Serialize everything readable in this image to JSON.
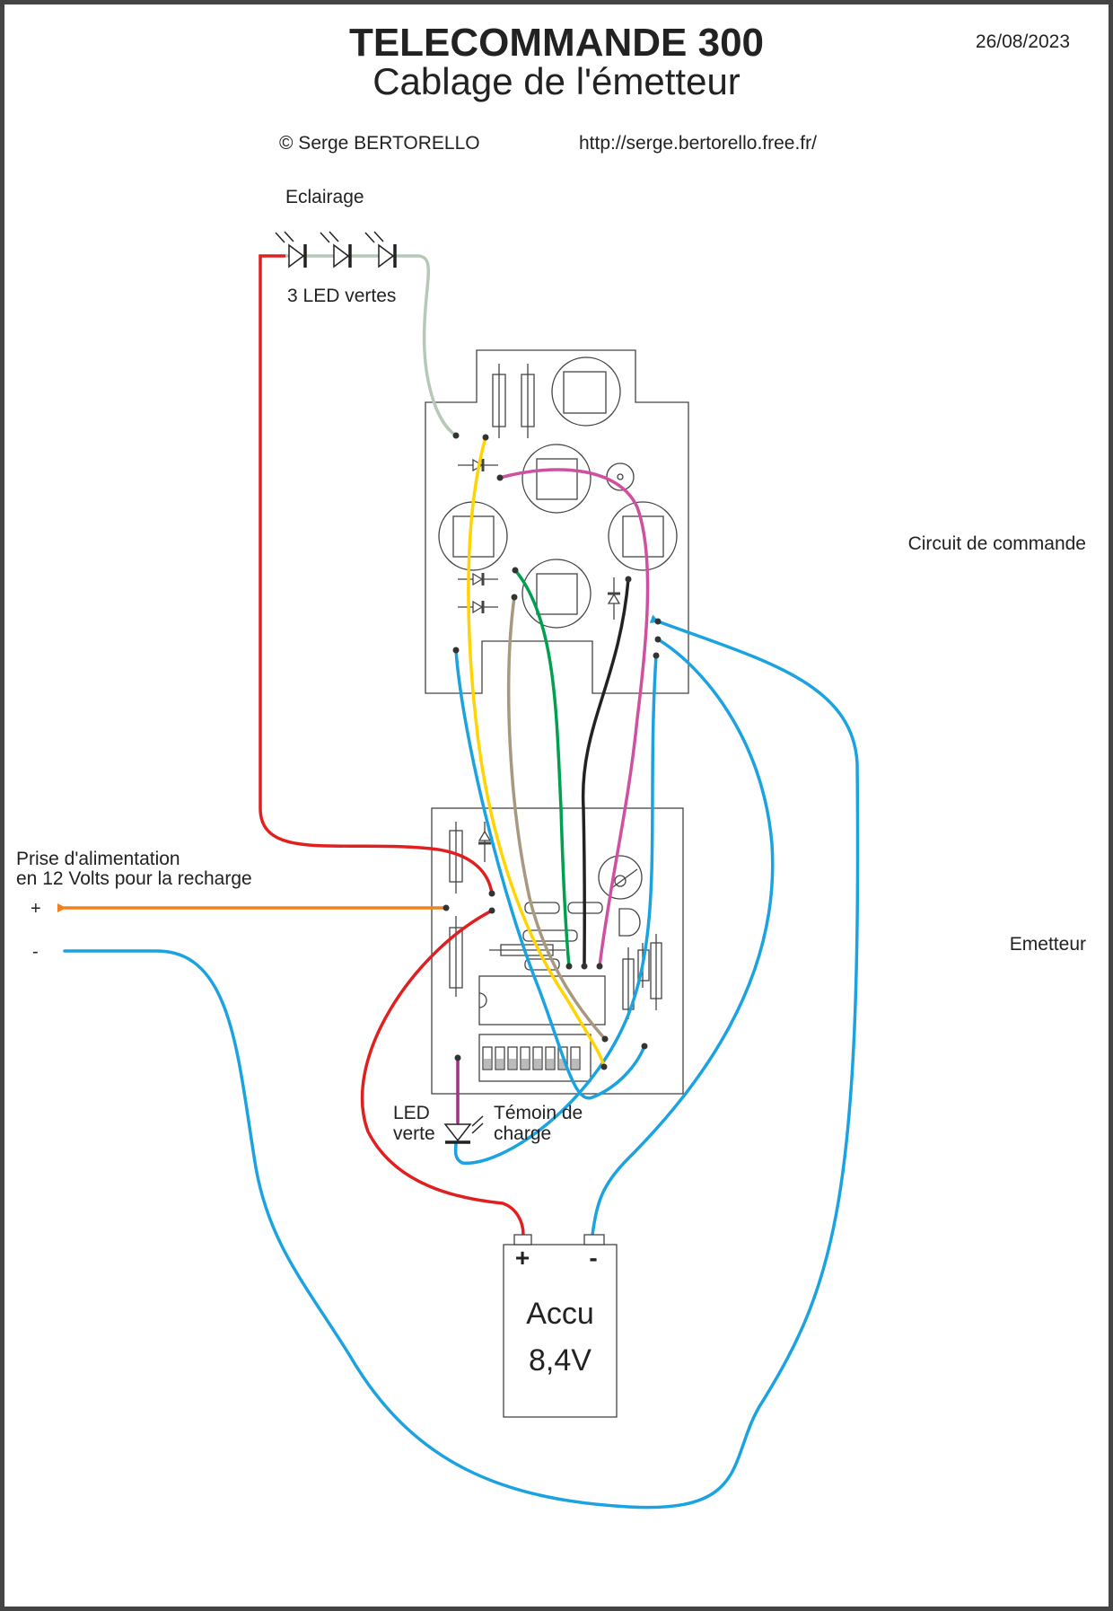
{
  "title": "TELECOMMANDE 300",
  "subtitle": "Cablage de l'émetteur",
  "date": "26/08/2023",
  "author": "© Serge BERTORELLO",
  "url": "http://serge.bertorello.free.fr/",
  "labels": {
    "eclairage": "Eclairage",
    "leds": "3 LED vertes",
    "circuit_commande": "Circuit de commande",
    "emetteur": "Emetteur",
    "prise_line1": "Prise d'alimentation",
    "prise_line2": "en 12 Volts pour la recharge",
    "plus": "+",
    "minus": "-",
    "led_verte_line1": "LED",
    "led_verte_line2": "verte",
    "temoin_line1": "Témoin de",
    "temoin_line2": "charge"
  },
  "battery": {
    "name": "Accu",
    "voltage": "8,4V",
    "plus": "+",
    "minus": "-"
  },
  "colors": {
    "red": "#e02020",
    "blue": "#1aa3e0",
    "orange": "#f08020",
    "yellow": "#ffd400",
    "green": "#00a050",
    "black": "#222222",
    "magenta": "#d050a0",
    "tan": "#a89880",
    "grey_green": "#b8c8b8",
    "purple": "#a03080",
    "outline": "#444444"
  }
}
